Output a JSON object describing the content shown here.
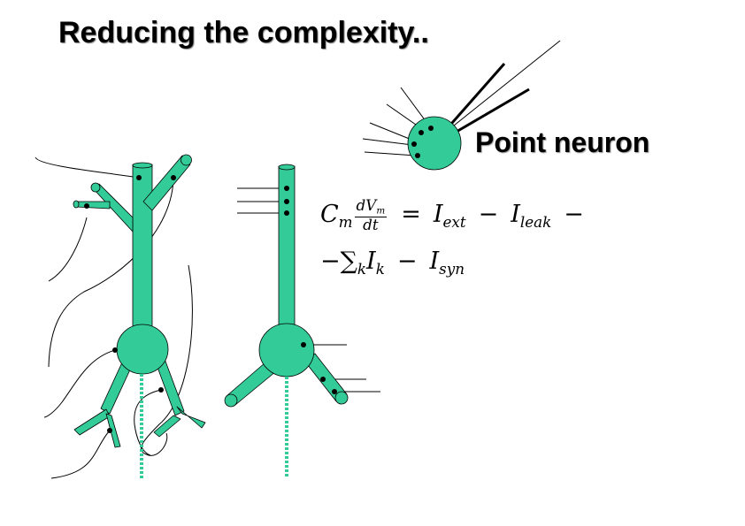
{
  "title": "Reducing the complexity..",
  "point_neuron_label": "Point neuron",
  "equation": {
    "line1": {
      "C": "C",
      "C_sub": "m",
      "dV": "dV",
      "dV_sub": "m",
      "dt": "dt",
      "eq": "=",
      "I_ext": "I",
      "I_ext_sub": "ext",
      "minus1": "−",
      "I_leak": "I",
      "I_leak_sub": "leak",
      "minus2": "−"
    },
    "line2": {
      "minus0": "−",
      "sum": "∑",
      "sum_sub": "k",
      "I_k": "I",
      "I_k_sub": "k",
      "minus1": "−",
      "I_syn": "I",
      "I_syn_sub": "syn"
    }
  },
  "colors": {
    "neuron_fill": "#33cc99",
    "outline": "#000000",
    "synapse": "#000000"
  }
}
